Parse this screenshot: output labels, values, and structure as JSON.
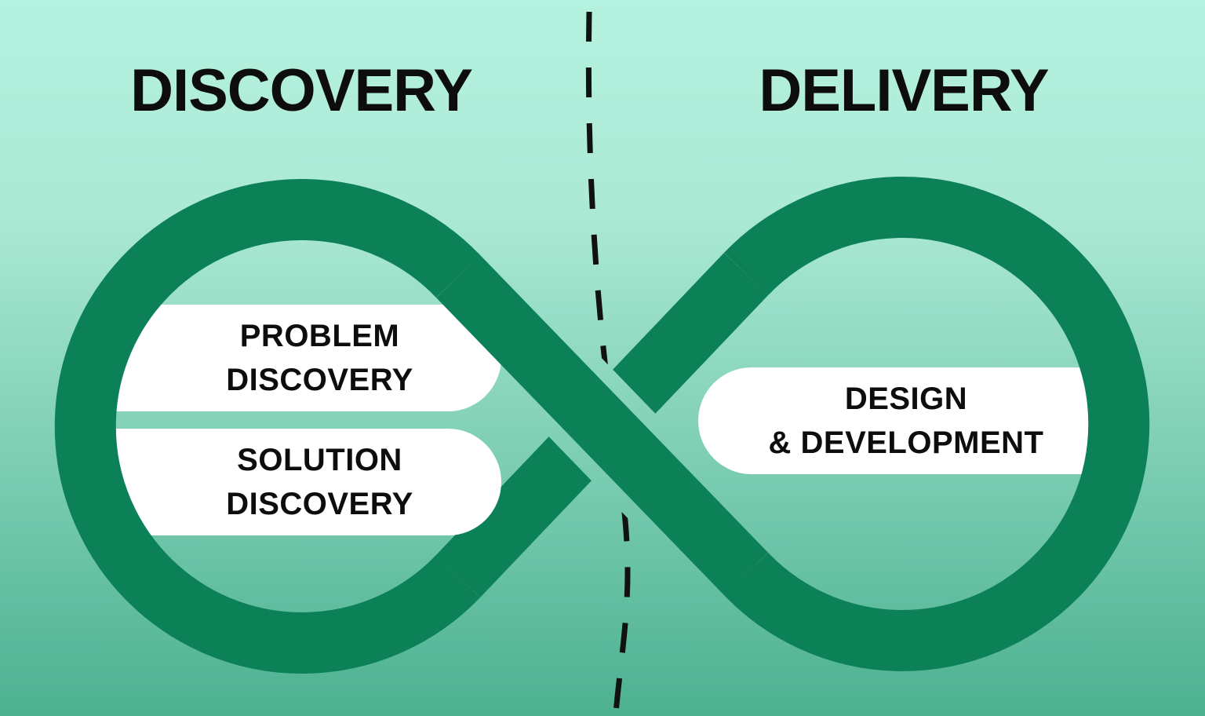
{
  "titles": {
    "discovery": "DISCOVERY",
    "delivery": "DELIVERY"
  },
  "pills": {
    "problem_discovery": {
      "line1": "PROBLEM",
      "line2": "DISCOVERY"
    },
    "solution_discovery": {
      "line1": "SOLUTION",
      "line2": "DISCOVERY"
    },
    "design_development": {
      "line1": "DESIGN",
      "line2": "& DEVELOPMENT"
    }
  },
  "colors": {
    "background_top": "#B5F1DF",
    "background_mid": "#ABE9D5",
    "background_bottom": "#4CB190",
    "ribbon_green": "#0C8157",
    "pill_background": "#FFFFFF",
    "text_black": "#0D0D0D",
    "divider_black": "#111111"
  }
}
